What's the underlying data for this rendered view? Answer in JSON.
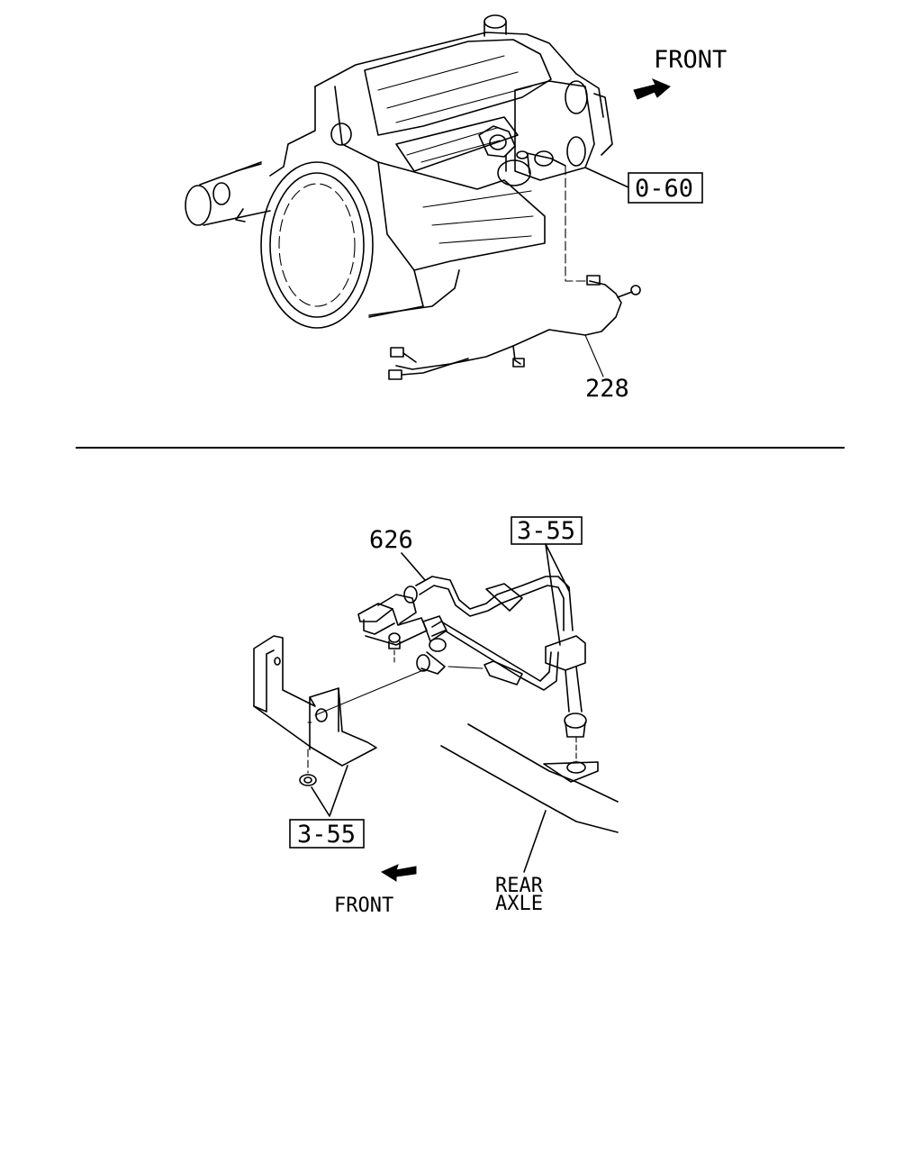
{
  "top_view": {
    "front_label": "FRONT",
    "ref_box": "0-60",
    "part_harness": "228"
  },
  "bottom_view": {
    "part_sensor": "626",
    "ref_box_upper": "3-55",
    "ref_box_lower": "3-55",
    "front_label": "FRONT",
    "axle_label_line1": "REAR",
    "axle_label_line2": "AXLE"
  }
}
